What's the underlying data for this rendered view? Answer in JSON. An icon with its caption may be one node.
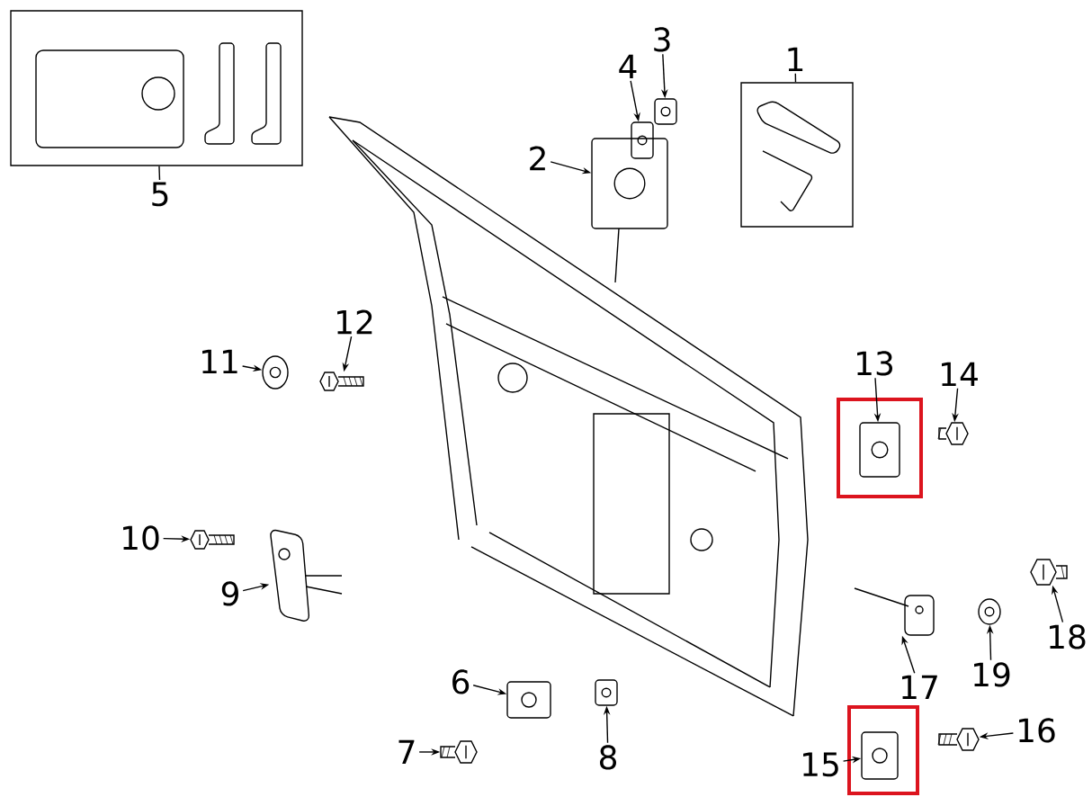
{
  "diagram": {
    "nodes": [
      {
        "text": [
          "1"
        ]
      },
      {
        "text": [
          "2"
        ]
      },
      {
        "text": [
          "3"
        ]
      },
      {
        "text": [
          "4"
        ]
      },
      {
        "text": [
          "5"
        ]
      },
      {
        "text": [
          "6"
        ]
      },
      {
        "text": [
          "7"
        ]
      },
      {
        "text": [
          "8"
        ]
      },
      {
        "text": [
          "9"
        ]
      },
      {
        "text": [
          "10"
        ]
      },
      {
        "text": [
          "11"
        ]
      },
      {
        "text": [
          "12"
        ]
      },
      {
        "text": [
          "13"
        ]
      },
      {
        "text": [
          "14"
        ]
      },
      {
        "text": [
          "15"
        ]
      },
      {
        "text": [
          "16"
        ]
      },
      {
        "text": [
          "17"
        ]
      },
      {
        "text": [
          "18"
        ]
      },
      {
        "text": [
          "19"
        ]
      },
      {
        "text": [],
        "shape": "box"
      },
      {
        "text": [],
        "shape": "picture"
      },
      {
        "text": [],
        "shape": "picture"
      },
      {
        "text": [],
        "shape": "picture"
      },
      {
        "text": [],
        "shape": "box"
      },
      {
        "text": [],
        "shape": "picture"
      },
      {
        "text": [],
        "shape": "picture"
      },
      {
        "text": [],
        "shape": "picture"
      },
      {
        "text": [],
        "shape": "picture"
      },
      {
        "text": [],
        "shape": "picture"
      },
      {
        "text": [],
        "shape": "picture"
      },
      {
        "text": [],
        "shape": "picture"
      },
      {
        "text": [],
        "shape": "box"
      },
      {
        "text": [],
        "shape": "picture",
        "in": 31
      },
      {
        "text": [],
        "shape": "picture"
      },
      {
        "text": [],
        "shape": "box"
      },
      {
        "text": [],
        "shape": "picture",
        "in": 34
      },
      {
        "text": [],
        "shape": "picture"
      },
      {
        "text": [],
        "shape": "picture"
      },
      {
        "text": [],
        "shape": "picture"
      },
      {
        "text": [],
        "shape": "picture"
      }
    ],
    "edges": [
      {
        "from": 0,
        "to": 23,
        "arrow": "none"
      },
      {
        "from": 1,
        "to": 20,
        "arrow": "to"
      },
      {
        "from": 2,
        "to": 21,
        "arrow": "to"
      },
      {
        "from": 3,
        "to": 22,
        "arrow": "to"
      },
      {
        "from": 4,
        "to": 19,
        "arrow": "none"
      },
      {
        "from": 5,
        "to": 24,
        "arrow": "to"
      },
      {
        "from": 6,
        "to": 25,
        "arrow": "to"
      },
      {
        "from": 7,
        "to": 26,
        "arrow": "to"
      },
      {
        "from": 8,
        "to": 27,
        "arrow": "to"
      },
      {
        "from": 9,
        "to": 28,
        "arrow": "to"
      },
      {
        "from": 10,
        "to": 29,
        "arrow": "to"
      },
      {
        "from": 11,
        "to": 30,
        "arrow": "to"
      },
      {
        "from": 12,
        "to": 32,
        "arrow": "to"
      },
      {
        "from": 13,
        "to": 33,
        "arrow": "to"
      },
      {
        "from": 14,
        "to": 35,
        "arrow": "to"
      },
      {
        "from": 15,
        "to": 36,
        "arrow": "to"
      },
      {
        "from": 16,
        "to": 37,
        "arrow": "to"
      },
      {
        "from": 17,
        "to": 38,
        "arrow": "to"
      },
      {
        "from": 18,
        "to": 39,
        "arrow": "to"
      }
    ]
  }
}
